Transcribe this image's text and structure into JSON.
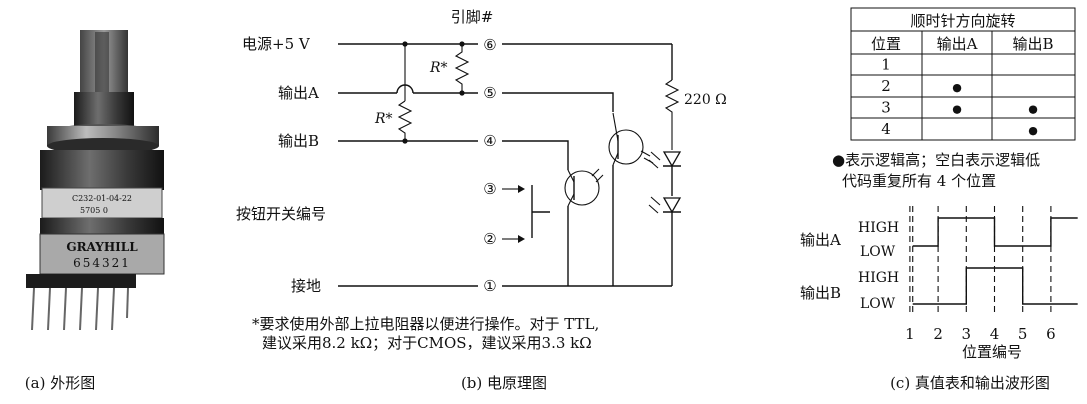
{
  "panel_a": {
    "caption": "(a) 外形图",
    "label_top": "C232-01-04-22",
    "label_mid": "5705   0",
    "brand": "GRAYHILL",
    "pins": "654321"
  },
  "panel_b": {
    "caption": "(b) 电原理图",
    "pin_header": "引脚#",
    "labels": {
      "power": "电源+5 V",
      "out_a": "输出A",
      "out_b": "输出B",
      "switch_no": "按钮开关编号",
      "ground": "接地"
    },
    "resistor_label": "R*",
    "pull_resistor": "220 Ω",
    "pins": [
      "⑥",
      "⑤",
      "④",
      "③",
      "②",
      "①"
    ],
    "note_line1": "*要求使用外部上拉电阻器以便进行操作。对于 TTL,",
    "note_line2": "建议采用8.2 kΩ；对于CMOS，建议采用3.3 kΩ"
  },
  "panel_c": {
    "caption": "(c) 真值表和输出波形图",
    "table_title": "顺时针方向旋转",
    "table_headers": [
      "位置",
      "输出A",
      "输出B"
    ],
    "rows": [
      {
        "pos": "1",
        "a": false,
        "b": false
      },
      {
        "pos": "2",
        "a": true,
        "b": false
      },
      {
        "pos": "3",
        "a": true,
        "b": true
      },
      {
        "pos": "4",
        "a": false,
        "b": true
      }
    ],
    "dot_glyph": "●",
    "note_line1": "●表示逻辑高；空白表示逻辑低",
    "note_line2": "代码重复所有 4 个位置",
    "wave_labels": {
      "out_a": "输出A",
      "out_b": "输出B",
      "high": "HIGH",
      "low": "LOW",
      "x_title": "位置编号"
    },
    "positions": [
      "1",
      "2",
      "3",
      "4",
      "5",
      "6"
    ]
  }
}
